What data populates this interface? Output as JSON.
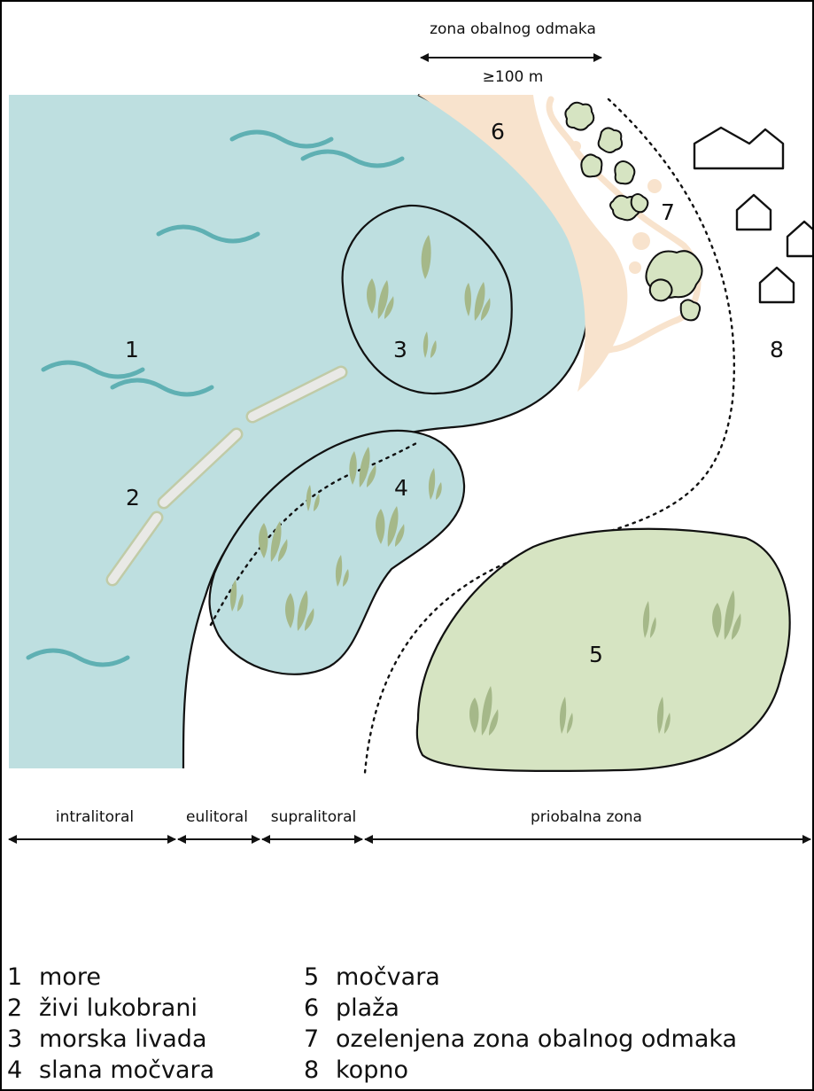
{
  "top_measure": {
    "title": "zona obalnog odmaka",
    "distance": "≥100 m"
  },
  "area_numbers": [
    "1",
    "2",
    "3",
    "4",
    "5",
    "6",
    "7",
    "8"
  ],
  "bottom_zones": [
    {
      "label": "intralitoral"
    },
    {
      "label": "eulitoral"
    },
    {
      "label": "supralitoral"
    },
    {
      "label": "priobalna zona"
    }
  ],
  "legend": [
    {
      "num": "1",
      "text": "more"
    },
    {
      "num": "2",
      "text": "živi lukobrani"
    },
    {
      "num": "3",
      "text": "morska livada"
    },
    {
      "num": "4",
      "text": "slana močvara"
    },
    {
      "num": "5",
      "text": "močvara"
    },
    {
      "num": "6",
      "text": "plaža"
    },
    {
      "num": "7",
      "text": "ozelenjena zona obalnog odmaka"
    },
    {
      "num": "8",
      "text": "kopno"
    }
  ],
  "colors": {
    "sea": "#bedfe0",
    "wave": "#5fb0b3",
    "beach": "#f8e3cd",
    "marsh": "#d6e4c2",
    "plant": "#a5b889",
    "breakwater": "#e9e9e6",
    "breakwater_outline": "#c0cba7",
    "line": "#111111"
  }
}
